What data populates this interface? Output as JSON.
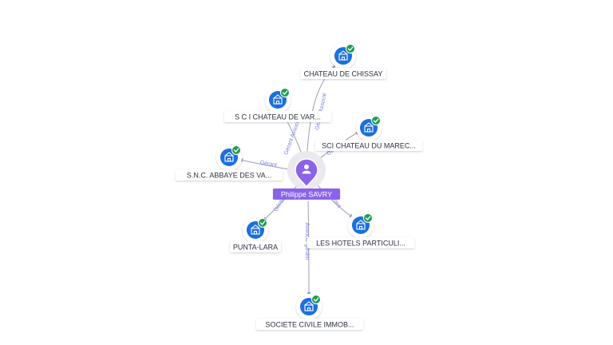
{
  "center": {
    "name": "Philippe SAVRY",
    "icon": "person-icon",
    "color": "#8a63e8"
  },
  "colors": {
    "company": "#1b6fe0",
    "verified": "#1f9d52",
    "edge": "#9aa0b4",
    "edge_label": "#7b7fe0"
  },
  "companies": [
    {
      "id": "chissay",
      "name": "CHATEAU DE CHISSAY",
      "relation": "Gérant Associé",
      "verified": true,
      "icon": "building-icon"
    },
    {
      "id": "varenne",
      "name": "S C I CHATEAU DE VAR...",
      "relation": "Gérant Associé",
      "verified": true,
      "icon": "building-icon"
    },
    {
      "id": "marec",
      "name": "SCI CHATEAU DU MAREC...",
      "relation": "Gérant",
      "verified": true,
      "icon": "building-icon"
    },
    {
      "id": "abbaye",
      "name": "S.N.C. ABBAYE DES VA...",
      "relation": "Gérant",
      "verified": true,
      "icon": "building-icon"
    },
    {
      "id": "punta",
      "name": "PUNTA-LARA",
      "relation": "Gérant",
      "verified": true,
      "icon": "building-icon"
    },
    {
      "id": "hotels",
      "name": "LES HOTELS PARTICULI...",
      "relation": "Gérant",
      "verified": true,
      "icon": "building-icon"
    },
    {
      "id": "sci_immo",
      "name": "SOCIETE CIVILE IMMOB...",
      "relation": "Associé-gérant",
      "verified": true,
      "icon": "building-icon"
    }
  ]
}
